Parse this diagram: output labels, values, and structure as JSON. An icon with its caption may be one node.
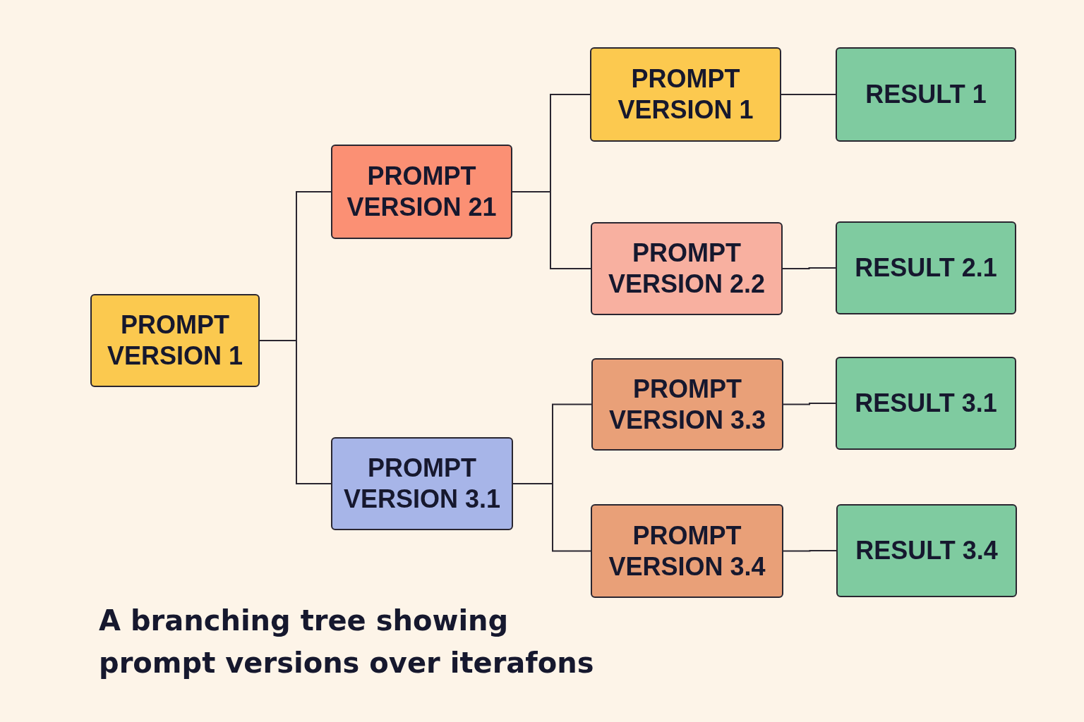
{
  "diagram": {
    "caption": "A branching tree showing prompt versions over iterafons",
    "nodes": [
      {
        "text": [
          "PROMPT VERSION 1"
        ]
      },
      {
        "text": [
          "PROMPT VERSION 21"
        ]
      },
      {
        "text": [
          "PROMPT VERSION 3.1"
        ]
      },
      {
        "text": [
          "PROMPT VERSION 1"
        ]
      },
      {
        "text": [
          "PROMPT VERSION 2.2"
        ]
      },
      {
        "text": [
          "PROMPT VERSION 3.3"
        ]
      },
      {
        "text": [
          "PROMPT VERSION 3.4"
        ]
      },
      {
        "text": [
          "RESULT 1"
        ]
      },
      {
        "text": [
          "RESULT 2.1"
        ]
      },
      {
        "text": [
          "RESULT 3.1"
        ]
      },
      {
        "text": [
          "RESULT 3.4"
        ]
      }
    ],
    "edges": [
      {
        "from": 0,
        "to": 1,
        "arrow": "none"
      },
      {
        "from": 0,
        "to": 2,
        "arrow": "none"
      },
      {
        "from": 1,
        "to": 3,
        "arrow": "none"
      },
      {
        "from": 1,
        "to": 4,
        "arrow": "none"
      },
      {
        "from": 2,
        "to": 5,
        "arrow": "none"
      },
      {
        "from": 2,
        "to": 6,
        "arrow": "none"
      },
      {
        "from": 3,
        "to": 7,
        "arrow": "none"
      },
      {
        "from": 4,
        "to": 8,
        "arrow": "none"
      },
      {
        "from": 5,
        "to": 9,
        "arrow": "none"
      },
      {
        "from": 6,
        "to": 10,
        "arrow": "none"
      }
    ]
  }
}
